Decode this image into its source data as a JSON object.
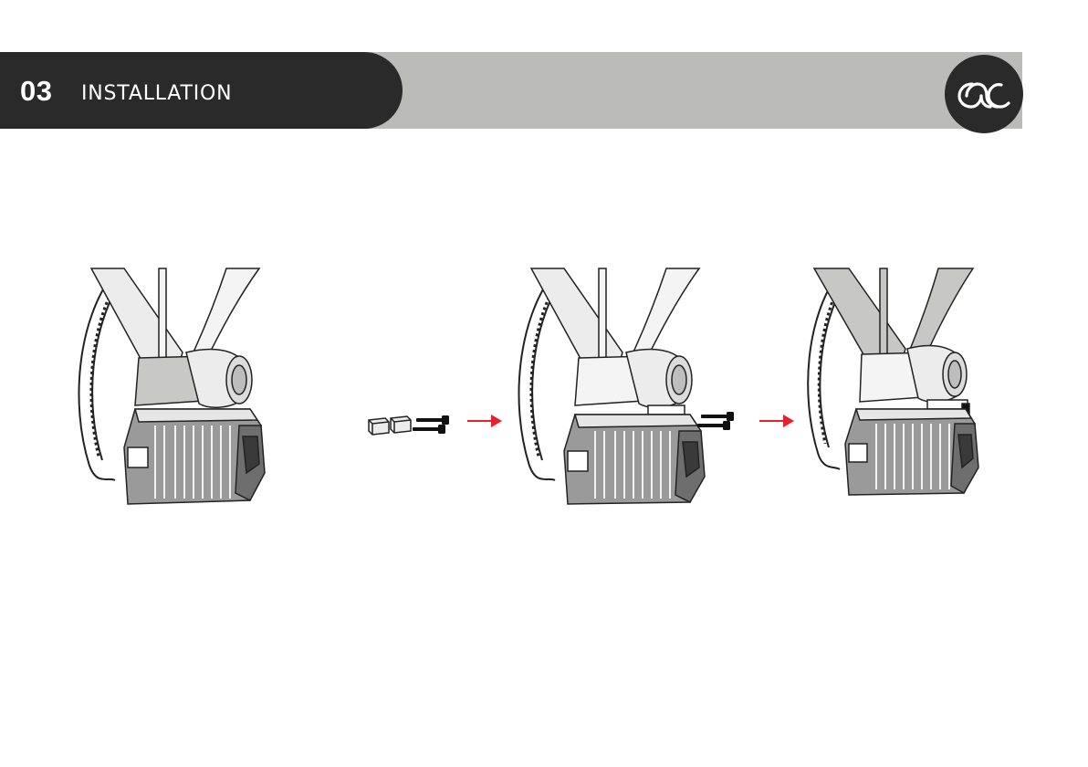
{
  "header": {
    "section_number": "03",
    "section_title": "INSTALLATION",
    "logo_icon": "brand-logo-icon"
  },
  "colors": {
    "header_dark": "#2a2a2a",
    "header_band": "#bbbcba",
    "arrow": "#e8202a",
    "line": "#222222",
    "frame_fill": "#e9e9e9",
    "frame_shaded": "#c7c7c5"
  },
  "steps": [
    {
      "id": "step-1",
      "icon": "motor-mounted-icon"
    },
    {
      "id": "step-2",
      "icon": "spacer-bolts-icon"
    },
    {
      "id": "step-3",
      "icon": "bolts-icon"
    }
  ]
}
